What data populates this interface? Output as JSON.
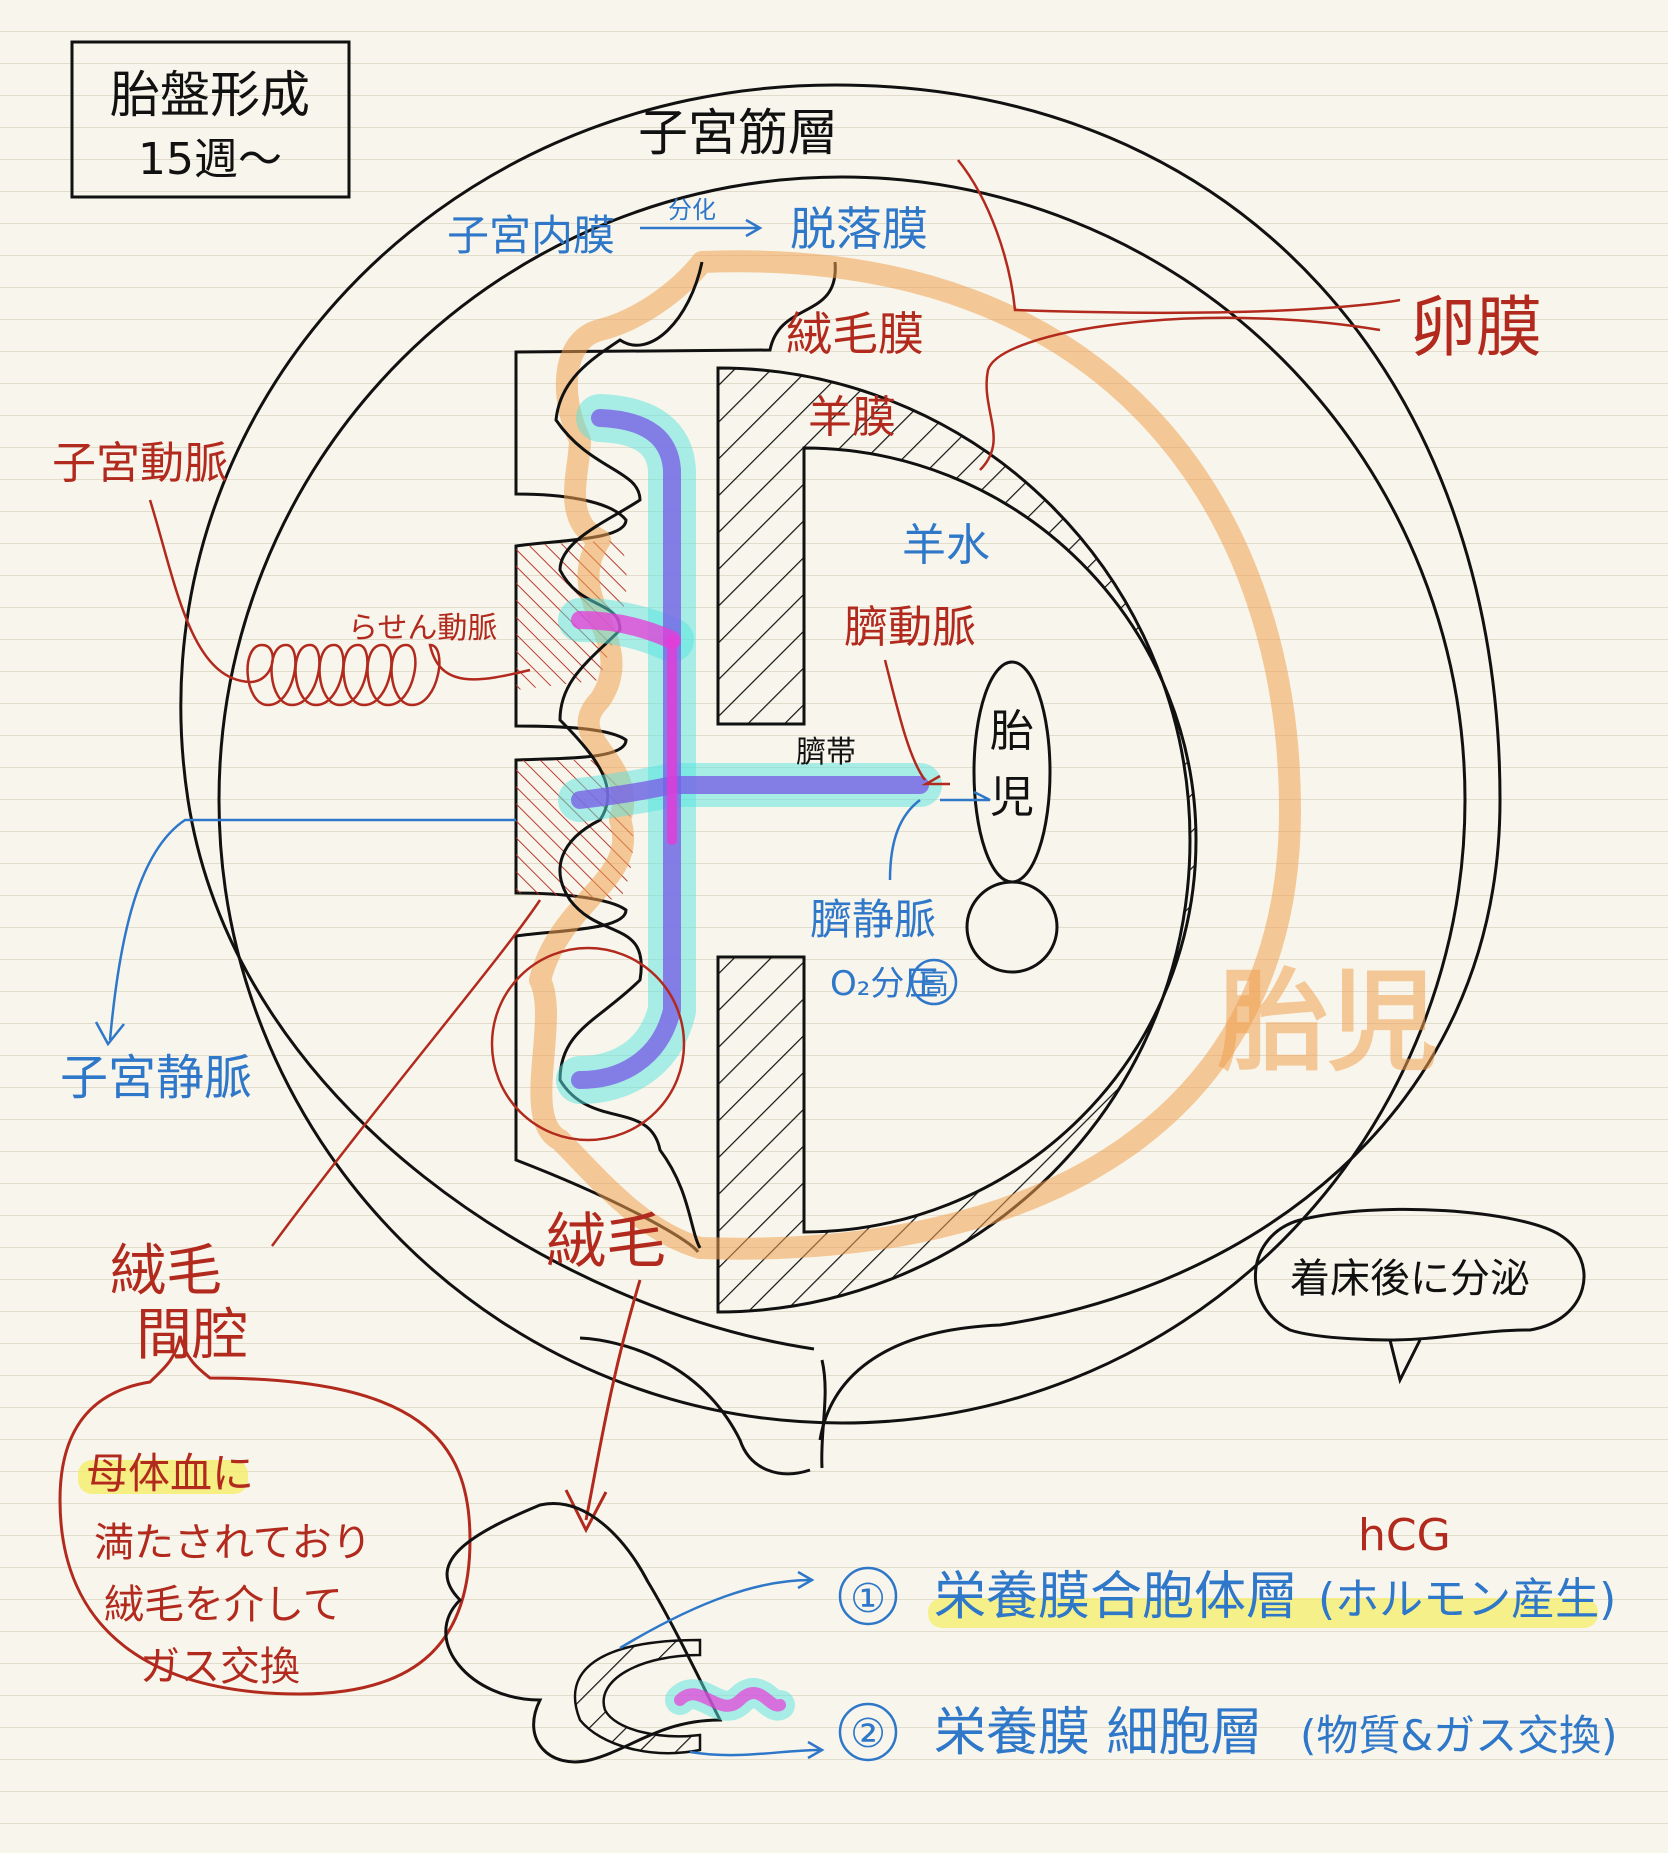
{
  "title": {
    "line1": "胎盤形成",
    "line2": "15週〜"
  },
  "labels": {
    "myometrium": "子宮筋層",
    "endometrium": "子宮内膜",
    "differentiation": "分化",
    "decidua": "脱落膜",
    "chorion": "絨毛膜",
    "amnion": "羊膜",
    "fetal_membrane": "卵膜",
    "uterine_artery": "子宮動脈",
    "spiral_artery": "らせん動脈",
    "amniotic_fluid": "羊水",
    "umbilical_artery": "臍動脈",
    "umbilical_cord": "臍帯",
    "fetus_1": "胎",
    "fetus_2": "児",
    "umbilical_vein": "臍静脈",
    "o2_rich": "O₂分圧",
    "o2_rich_mark": "高",
    "fetus_side": "胎児",
    "uterine_vein": "子宮静脈",
    "villus": "絨毛",
    "intervillous_1": "絨毛",
    "intervillous_2": "間腔"
  },
  "note": {
    "highlight": "母体血",
    "line1_rest": "に",
    "line2": "満たされており",
    "line3": "絨毛を介して",
    "line4": "ガス交換"
  },
  "bubble": {
    "text": "着床後に分泌"
  },
  "hcg": "hCG",
  "layers": [
    {
      "num": "①",
      "text": "栄養膜合胞体層",
      "paren": "(ホルモン産生)"
    },
    {
      "num": "②",
      "text": "栄養膜 細胞層",
      "paren": "(物質&ガス交換)"
    }
  ],
  "colors": {
    "ink": "#111111",
    "red": "#b22a1e",
    "blue": "#2f77c9",
    "orange": "#f0a050",
    "cyan": "#56e4e0",
    "magenta": "#e83ad8",
    "violet": "#7a62e6",
    "highlight": "#f4ee6a"
  }
}
